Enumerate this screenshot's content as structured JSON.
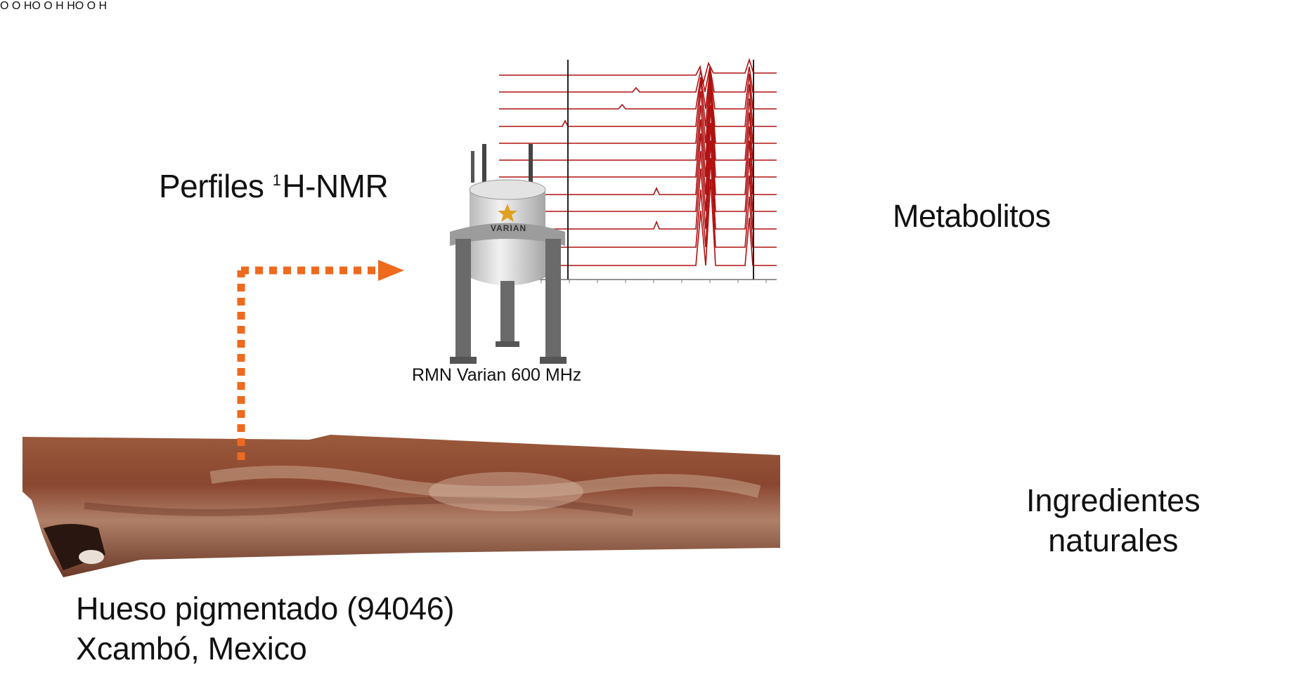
{
  "labels": {
    "nmr_profiles_prefix": "Perfiles ",
    "nmr_profiles_sup": "1",
    "nmr_profiles_suffix": "H-NMR",
    "instrument": "RMN Varian 600 MHz",
    "instrument_brand": "VARIAN",
    "metabolites": "Metabolitos",
    "ingredients": "Ingredientes\nnaturales",
    "bone_line1": "Hueso pigmentado (94046)",
    "bone_line2": "Xcambó, Mexico"
  },
  "molecule_labels": {
    "ester_o": "O",
    "ester_o2": "O",
    "acid_1": "HO",
    "acid_2": "HO",
    "acid_1_o": "O",
    "acid_2_o": "O",
    "h_1": "H",
    "h_2": "H"
  },
  "icons": [
    "dotted-arrow",
    "nmr-magnet-icon",
    "nmr-spectra-plot",
    "bone-image",
    "ester-molecule",
    "diterpene-acid-molecule",
    "resin-icon",
    "wood-sticks-icon",
    "honeycomb-icon"
  ],
  "colors": {
    "arrow": "#ee6a1e",
    "spectra": "#b01010",
    "ester": "#c0773d",
    "diterpene": "#2f4a2a",
    "bone": "#8a4a2e"
  }
}
